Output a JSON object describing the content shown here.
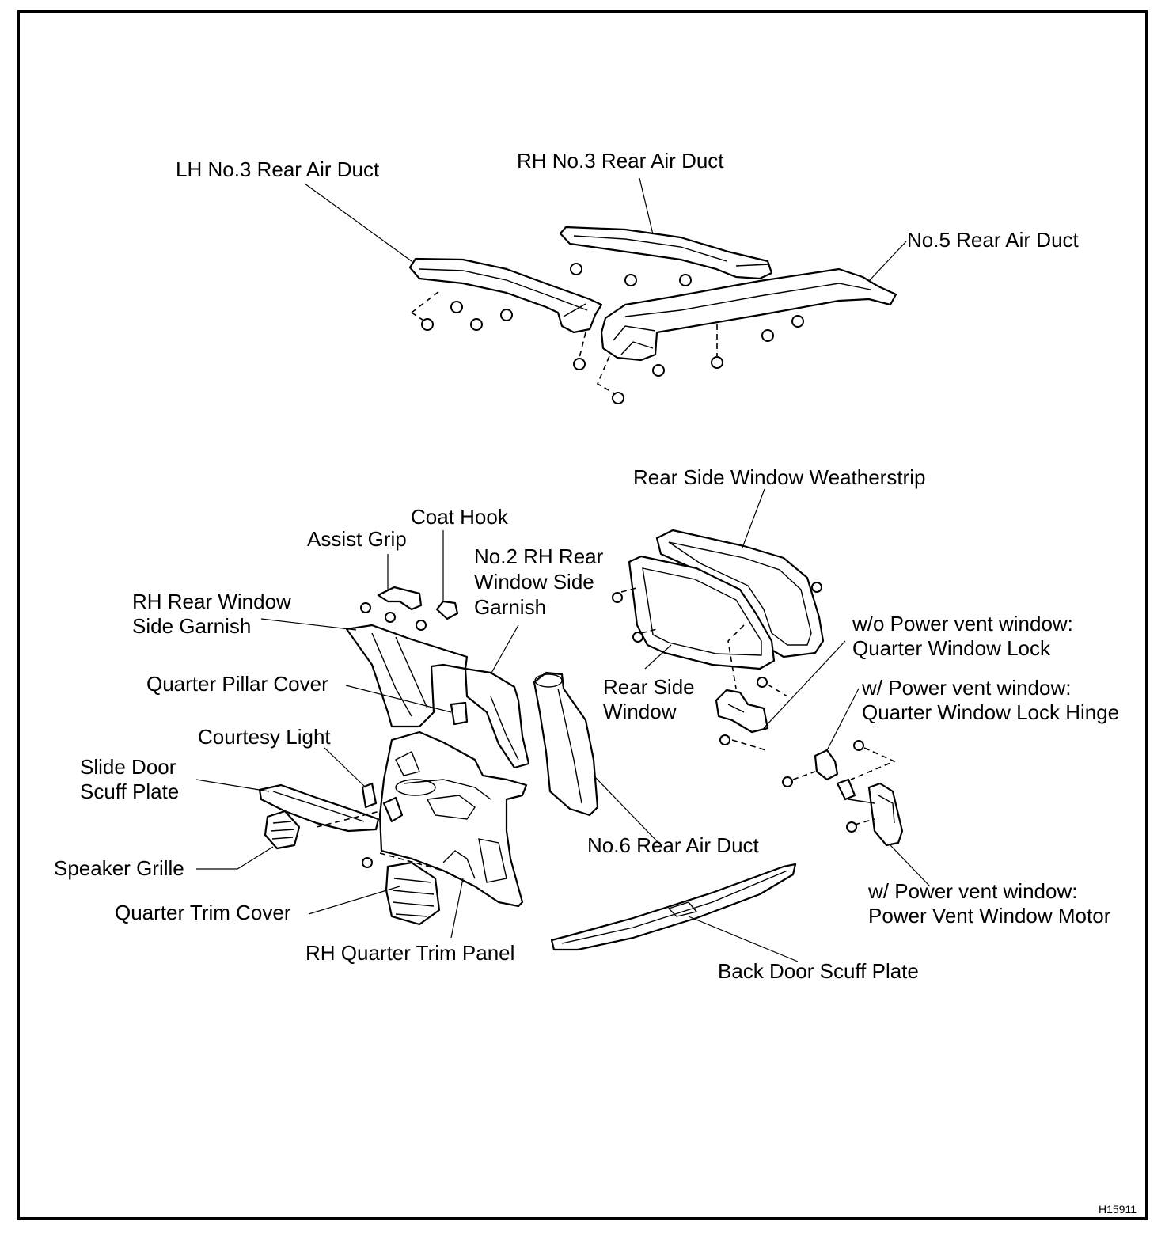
{
  "labels": {
    "lh_no3_rear_air_duct": "LH No.3 Rear Air Duct",
    "rh_no3_rear_air_duct": "RH No.3 Rear Air Duct",
    "no5_rear_air_duct": "No.5 Rear Air Duct",
    "rear_side_window_weatherstrip": "Rear Side Window Weatherstrip",
    "coat_hook": "Coat Hook",
    "assist_grip": "Assist Grip",
    "no2_rh_rear_window_side_garnish_l1": "No.2 RH Rear",
    "no2_rh_rear_window_side_garnish_l2": "Window Side",
    "no2_rh_rear_window_side_garnish_l3": "Garnish",
    "rh_rear_window_side_garnish_l1": "RH Rear Window",
    "rh_rear_window_side_garnish_l2": "Side Garnish",
    "wo_power_vent_l1": "w/o Power vent window:",
    "wo_power_vent_l2": "Quarter Window Lock",
    "quarter_pillar_cover": "Quarter Pillar Cover",
    "rear_side_window_l1": "Rear Side",
    "rear_side_window_l2": "Window",
    "w_power_vent_hinge_l1": "w/ Power vent window:",
    "w_power_vent_hinge_l2": "Quarter Window Lock Hinge",
    "courtesy_light": "Courtesy Light",
    "slide_door_scuff_plate_l1": "Slide Door",
    "slide_door_scuff_plate_l2": "Scuff Plate",
    "no6_rear_air_duct": "No.6 Rear Air Duct",
    "speaker_grille": "Speaker Grille",
    "w_power_vent_motor_l1": "w/ Power vent window:",
    "w_power_vent_motor_l2": "Power Vent Window Motor",
    "quarter_trim_cover": "Quarter Trim Cover",
    "rh_quarter_trim_panel": "RH Quarter Trim Panel",
    "back_door_scuff_plate": "Back Door Scuff Plate"
  },
  "figure_code": "H15911"
}
